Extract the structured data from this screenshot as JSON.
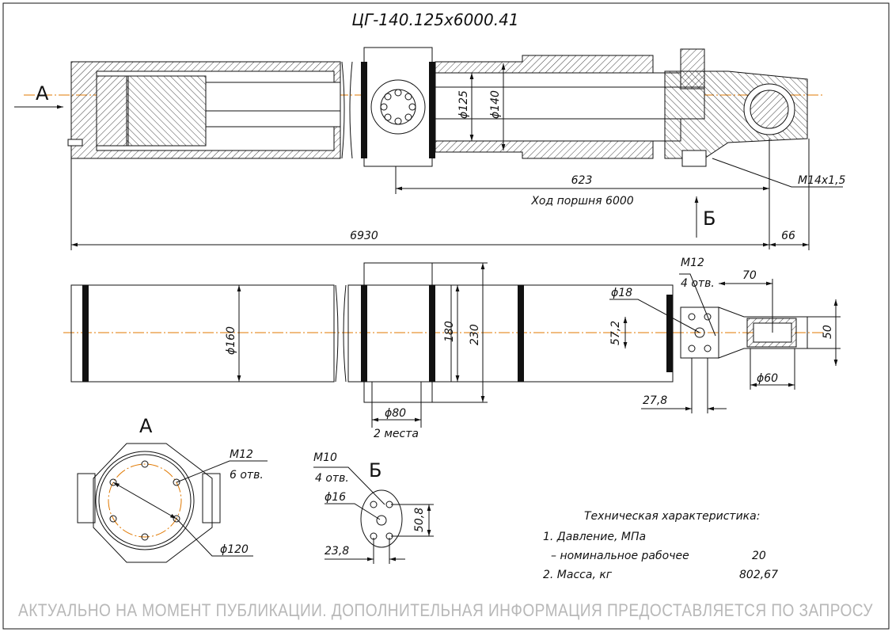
{
  "title": "ЦГ-140.125х6000.41",
  "views": {
    "a": "А",
    "b": "Б"
  },
  "section_view": {
    "dims": {
      "d125": "ϕ125",
      "d140": "ϕ140",
      "thread": "М14х1,5",
      "d623": "623",
      "stroke": "Ход поршня 6000",
      "d6930": "6930",
      "d66": "66"
    }
  },
  "side_view": {
    "dims": {
      "d160": "ϕ160",
      "d180": "180",
      "d230": "230",
      "d80": "ϕ80",
      "places": "2 места",
      "d18": "ϕ18",
      "d57_2": "57,2",
      "d27_8": "27,8",
      "m12": "М12",
      "holes4": "4 отв.",
      "d70": "70",
      "d50": "50",
      "d60": "ϕ60"
    }
  },
  "view_a": {
    "m12": "М12",
    "holes6": "6 отв.",
    "d120": "ϕ120"
  },
  "view_b": {
    "m10": "М10",
    "holes4": "4 отв.",
    "d16": "ϕ16",
    "d50_8": "50,8",
    "d23_8": "23,8"
  },
  "specs": {
    "title": "Техническая характеристика:",
    "item1": "1. Давление, МПа",
    "item1_sub": "– номинальное рабочее",
    "item1_value": "20",
    "item2": "2. Масса, кг",
    "item2_value": "802,67"
  },
  "banner": "АКТУАЛЬНО НА МОМЕНТ ПУБЛИКАЦИИ. ДОПОЛНИТЕЛЬНАЯ ИНФОРМАЦИЯ ПРЕДОСТАВЛЯЕТСЯ ПО ЗАПРОСУ",
  "colors": {
    "line": "#111111",
    "axis": "#e07800",
    "banner": "#b8b8b8"
  }
}
